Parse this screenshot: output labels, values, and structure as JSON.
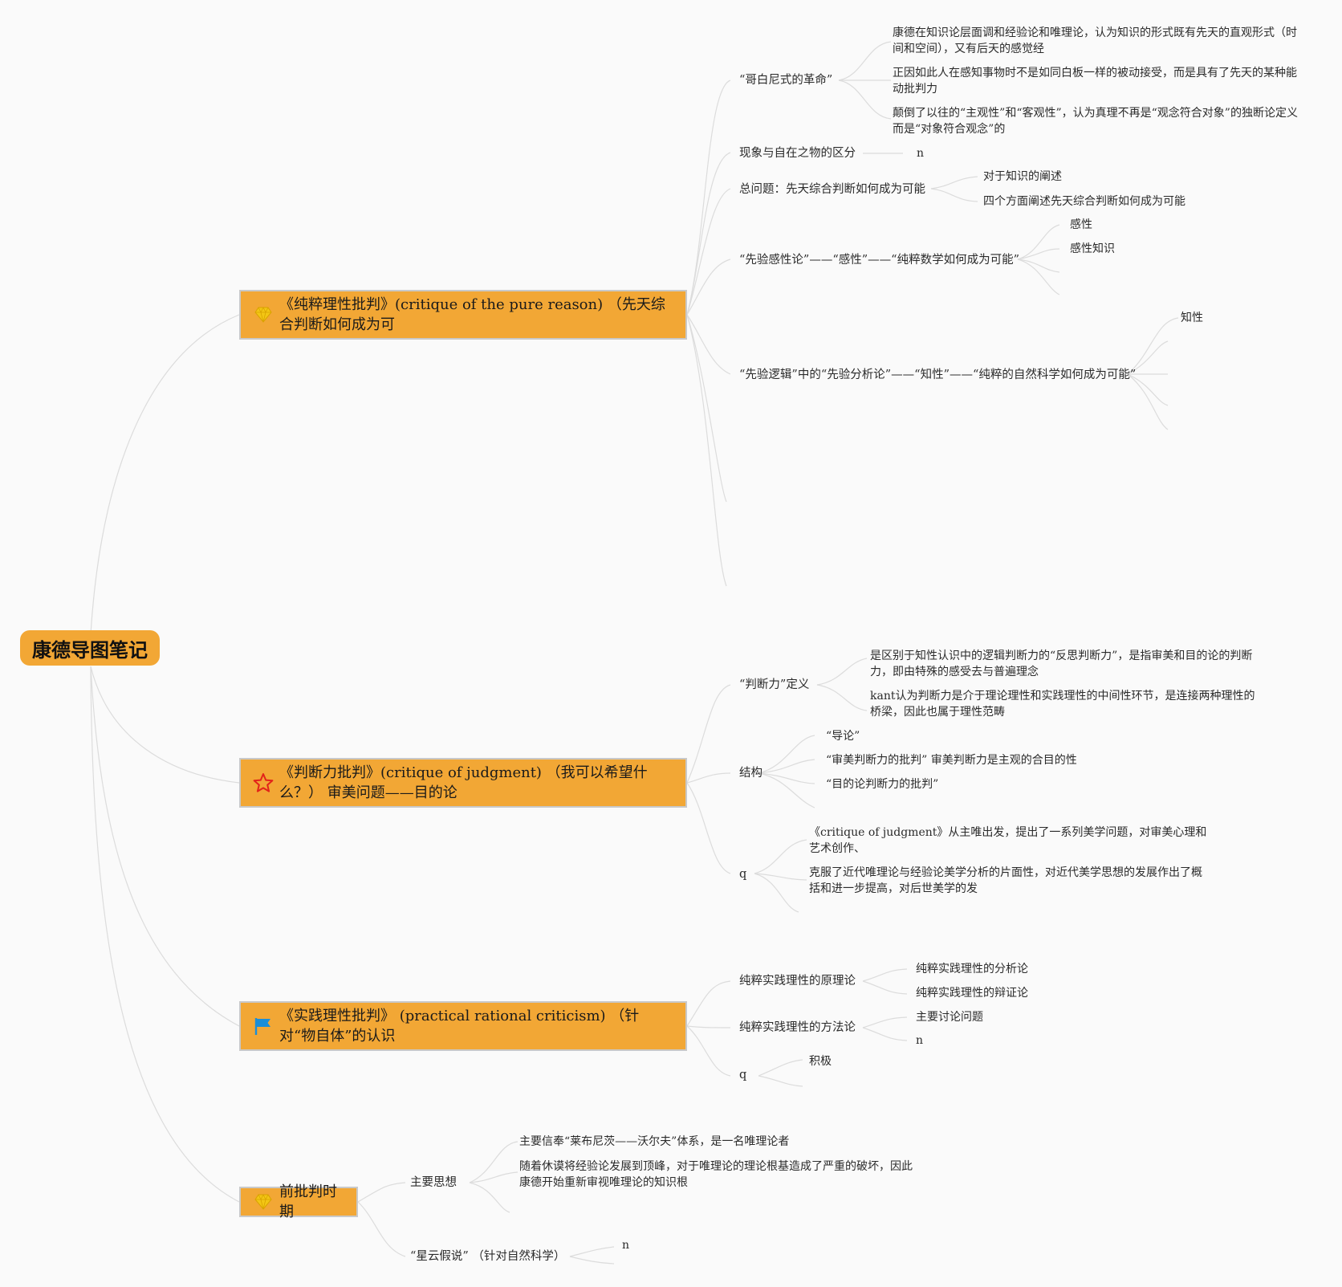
{
  "root": "康德导图笔记",
  "colors": {
    "node_fill": "#f2a735",
    "edge": "#dcdcdc",
    "gem": "#f3c614",
    "star": "#e2231a",
    "flag": "#1a8ed8"
  },
  "b1": {
    "title": "《纯粹理性批判》(critique of the pure reason) （先天综合判断如何成为可",
    "icon": "gem-icon",
    "c1": {
      "label": "“哥白尼式的革命”",
      "items": [
        "康德在知识论层面调和经验论和唯理论，认为知识的形式既有先天的直观形式（时间和空间），又有后天的感觉经",
        "正因如此人在感知事物时不是如同白板一样的被动接受，而是具有了先天的某种能动批判力",
        "颠倒了以往的“主观性”和“客观性”，认为真理不再是“观念符合对象”的独断论定义而是“对象符合观念”的"
      ]
    },
    "c2": {
      "label": "现象与自在之物的区分",
      "items": [
        "n"
      ]
    },
    "c3": {
      "label": "总问题：先天综合判断如何成为可能",
      "items": [
        "对于知识的阐述",
        "四个方面阐述先天综合判断如何成为可能"
      ]
    },
    "c4": {
      "label": "“先验感性论”——“感性”——“纯粹数学如何成为可能”",
      "items": [
        "感性",
        "感性知识"
      ]
    },
    "c5": {
      "label": "“先验逻辑”中的“先验分析论”——“知性”——“纯粹的自然科学如何成为可能”",
      "items": [
        "知性"
      ]
    }
  },
  "b2": {
    "title": "《判断力批判》(critique of judgment) （我可以希望什么？） 审美问题——目的论",
    "icon": "star-icon",
    "c1": {
      "label": "“判断力”定义",
      "items": [
        "是区别于知性认识中的逻辑判断力的“反思判断力”，是指审美和目的论的判断力，即由特殊的感受去与普遍理念",
        "kant认为判断力是介于理论理性和实践理性的中间性环节，是连接两种理性的桥梁，因此也属于理性范畴"
      ]
    },
    "c2": {
      "label": "结构",
      "items": [
        "“导论”",
        "“审美判断力的批判” 审美判断力是主观的合目的性",
        "“目的论判断力的批判”"
      ]
    },
    "c3": {
      "label": "q",
      "items": [
        "《critique of judgment》从主唯出发，提出了一系列美学问题，对审美心理和艺术创作、",
        "克服了近代唯理论与经验论美学分析的片面性，对近代美学思想的发展作出了概括和进一步提高，对后世美学的发"
      ]
    }
  },
  "b3": {
    "title": "《实践理性批判》 (practical rational criticism) （针对“物自体”的认识",
    "icon": "flag-icon",
    "c1": {
      "label": "纯粹实践理性的原理论",
      "items": [
        "纯粹实践理性的分析论",
        "纯粹实践理性的辩证论"
      ]
    },
    "c2": {
      "label": "纯粹实践理性的方法论",
      "items": [
        "主要讨论问题",
        "n"
      ]
    },
    "c3": {
      "label": "q",
      "items": [
        "积极"
      ]
    }
  },
  "b4": {
    "title": "前批判时期",
    "icon": "gem-icon",
    "c1": {
      "label": "主要思想",
      "items": [
        "主要信奉“莱布尼茨——沃尔夫”体系，是一名唯理论者",
        "随着休谟将经验论发展到顶峰，对于唯理论的理论根基造成了严重的破坏，因此康德开始重新审视唯理论的知识根"
      ]
    },
    "c2": {
      "label": "“星云假说” （针对自然科学）",
      "items": [
        "n"
      ]
    }
  }
}
